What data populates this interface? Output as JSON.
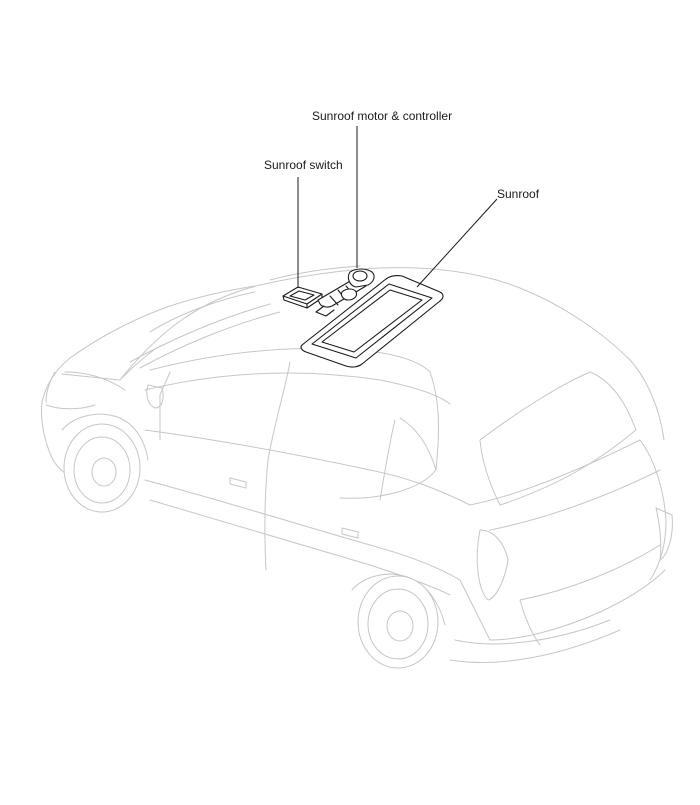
{
  "figure": {
    "callouts": [
      {
        "id": "motor",
        "label": "Sunroof motor & controller"
      },
      {
        "id": "switch",
        "label": "Sunroof switch"
      },
      {
        "id": "sunroof",
        "label": "Sunroof"
      }
    ]
  },
  "colors": {
    "vehicle_outline": "#c6c6c6",
    "component_outline": "#1a1a1a",
    "background": "#ffffff"
  }
}
